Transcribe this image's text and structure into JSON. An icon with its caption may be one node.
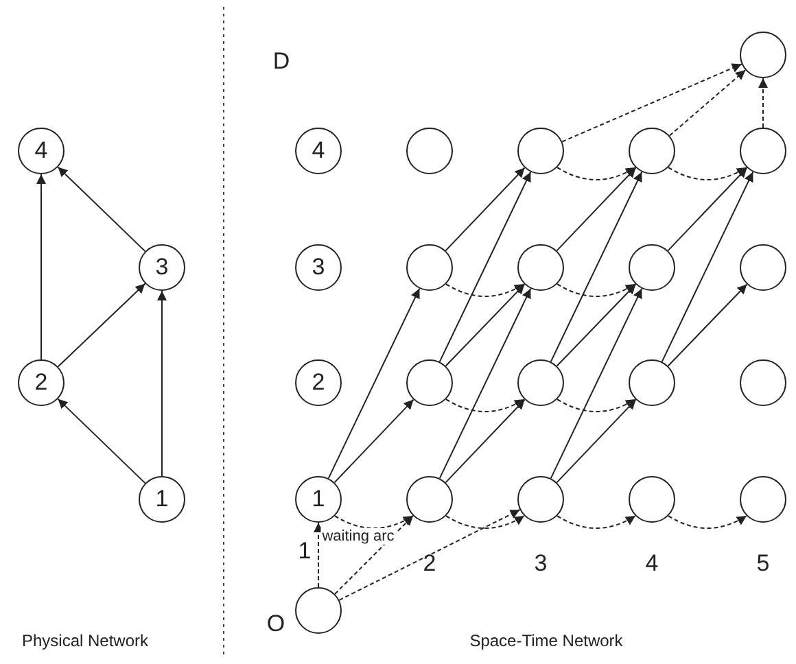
{
  "diagram": {
    "nodes": [
      {
        "text": [
          "4"
        ]
      },
      {
        "text": [
          "3"
        ]
      },
      {
        "text": [
          "2"
        ]
      },
      {
        "text": [
          "1"
        ]
      },
      {
        "text": [],
        "shape": "circle"
      },
      {
        "text": [
          "4"
        ]
      },
      {
        "text": [],
        "shape": "circle"
      },
      {
        "text": [],
        "shape": "circle"
      },
      {
        "text": [],
        "shape": "circle"
      },
      {
        "text": [],
        "shape": "circle"
      },
      {
        "text": [
          "3"
        ]
      },
      {
        "text": [],
        "shape": "circle"
      },
      {
        "text": [],
        "shape": "circle"
      },
      {
        "text": [],
        "shape": "circle"
      },
      {
        "text": [],
        "shape": "circle"
      },
      {
        "text": [
          "2"
        ]
      },
      {
        "text": [],
        "shape": "circle"
      },
      {
        "text": [],
        "shape": "circle"
      },
      {
        "text": [],
        "shape": "circle"
      },
      {
        "text": [],
        "shape": "circle"
      },
      {
        "text": [
          "1"
        ]
      },
      {
        "text": [],
        "shape": "circle"
      },
      {
        "text": [],
        "shape": "circle"
      },
      {
        "text": [],
        "shape": "circle"
      },
      {
        "text": [],
        "shape": "circle"
      },
      {
        "text": [],
        "shape": "circle"
      }
    ],
    "edges": [
      {
        "from": 3,
        "to": 2,
        "arrow": "to"
      },
      {
        "from": 3,
        "to": 1,
        "arrow": "to"
      },
      {
        "from": 2,
        "to": 1,
        "arrow": "to"
      },
      {
        "from": 2,
        "to": 0,
        "arrow": "to"
      },
      {
        "from": 1,
        "to": 0,
        "arrow": "to"
      },
      {
        "from": 20,
        "to": 16,
        "arrow": "to"
      },
      {
        "from": 20,
        "to": 11,
        "arrow": "to"
      },
      {
        "from": 16,
        "to": 12,
        "arrow": "to"
      },
      {
        "from": 16,
        "to": 7,
        "arrow": "to"
      },
      {
        "from": 11,
        "to": 7,
        "arrow": "to"
      },
      {
        "from": 21,
        "to": 17,
        "arrow": "to"
      },
      {
        "from": 21,
        "to": 12,
        "arrow": "to"
      },
      {
        "from": 17,
        "to": 13,
        "arrow": "to"
      },
      {
        "from": 17,
        "to": 8,
        "arrow": "to"
      },
      {
        "from": 12,
        "to": 8,
        "arrow": "to"
      },
      {
        "from": 22,
        "to": 18,
        "arrow": "to"
      },
      {
        "from": 22,
        "to": 13,
        "arrow": "to"
      },
      {
        "from": 18,
        "to": 14,
        "arrow": "to"
      },
      {
        "from": 18,
        "to": 9,
        "arrow": "to"
      },
      {
        "from": 13,
        "to": 9,
        "arrow": "to"
      },
      {
        "from": 20,
        "to": 21,
        "arrow": "to",
        "style": "dashed",
        "label": "waiting arc"
      },
      {
        "from": 21,
        "to": 22,
        "arrow": "to",
        "style": "dashed"
      },
      {
        "from": 22,
        "to": 23,
        "arrow": "to",
        "style": "dashed"
      },
      {
        "from": 23,
        "to": 24,
        "arrow": "to",
        "style": "dashed"
      },
      {
        "from": 16,
        "to": 17,
        "arrow": "to",
        "style": "dashed"
      },
      {
        "from": 17,
        "to": 18,
        "arrow": "to",
        "style": "dashed"
      },
      {
        "from": 11,
        "to": 12,
        "arrow": "to",
        "style": "dashed"
      },
      {
        "from": 12,
        "to": 13,
        "arrow": "to",
        "style": "dashed"
      },
      {
        "from": 7,
        "to": 8,
        "arrow": "to",
        "style": "dashed"
      },
      {
        "from": 8,
        "to": 9,
        "arrow": "to",
        "style": "dashed"
      },
      {
        "from": 7,
        "to": 4,
        "arrow": "to",
        "style": "dashed"
      },
      {
        "from": 8,
        "to": 4,
        "arrow": "to",
        "style": "dashed"
      },
      {
        "from": 9,
        "to": 4,
        "arrow": "to",
        "style": "dashed"
      },
      {
        "from": 25,
        "to": 20,
        "arrow": "to",
        "style": "dashed"
      },
      {
        "from": 25,
        "to": 21,
        "arrow": "to",
        "style": "dashed"
      },
      {
        "from": 25,
        "to": 22,
        "arrow": "to",
        "style": "dashed"
      }
    ],
    "labels": [
      "D",
      "1",
      "2",
      "3",
      "4",
      "5",
      "O",
      "Physical Network",
      "Space-Time Network"
    ]
  }
}
